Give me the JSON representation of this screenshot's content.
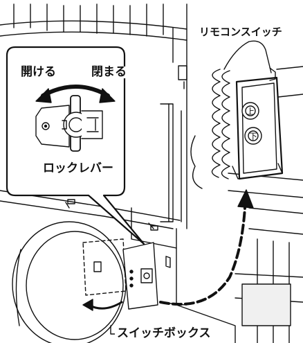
{
  "labels": {
    "remote_switch": "リモコンスイッチ",
    "open": "開ける",
    "close": "閉まる",
    "lock_lever": "ロックレバー",
    "switch_box": "スイッチボックス"
  },
  "remote_buttons": [
    {
      "name": "up-button",
      "symbol": "上"
    },
    {
      "name": "down-button",
      "symbol": "下"
    }
  ],
  "colors": {
    "line": "#111111",
    "panel": "#ffffff",
    "shade": "#e6e6e6"
  }
}
